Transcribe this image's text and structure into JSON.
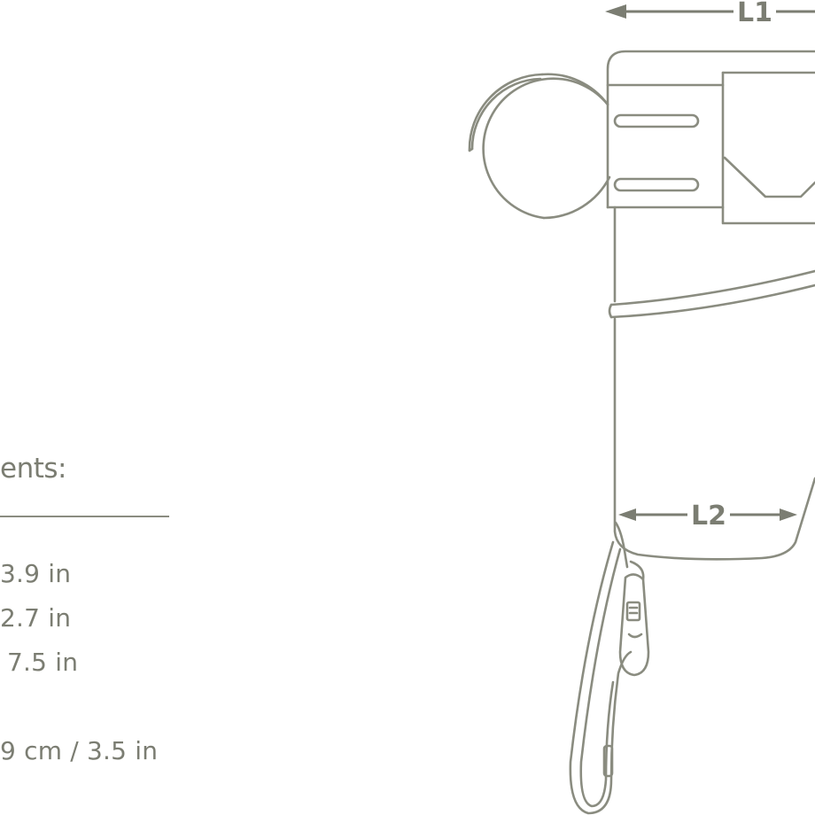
{
  "measurements": {
    "heading": "ents:",
    "specs": [
      "3.9 in",
      "2.7 in",
      "7.5 in",
      "9 cm  /  3.5 in"
    ]
  },
  "dimensions": {
    "l1": "L1",
    "l2": "L2"
  },
  "colors": {
    "line": "#8a8c80",
    "text": "#7b7d72",
    "background": "#ffffff"
  }
}
